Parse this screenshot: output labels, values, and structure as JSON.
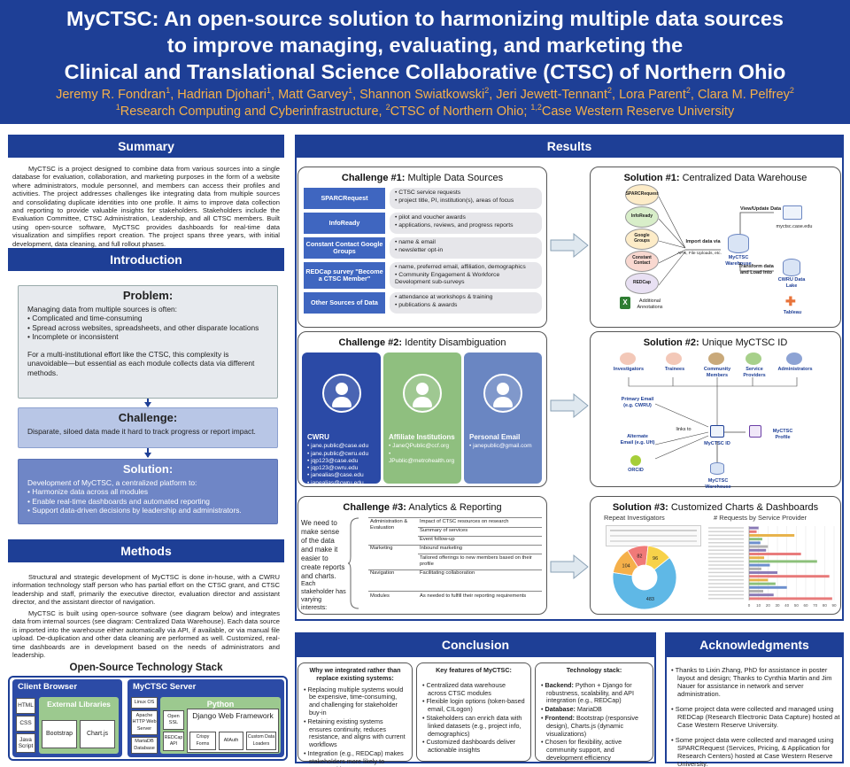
{
  "header": {
    "title_line1": "MyCTSC: An open-source solution to harmonizing multiple data sources",
    "title_line2": "to improve managing, evaluating, and marketing the",
    "title_line3": "Clinical and Translational Science Collaborative (CTSC) of Northern Ohio",
    "authors": [
      {
        "name": "Jeremy R. Fondran",
        "aff": "1"
      },
      {
        "name": "Hadrian Djohari",
        "aff": "1"
      },
      {
        "name": "Matt Garvey",
        "aff": "1"
      },
      {
        "name": "Shannon Swiatkowski",
        "aff": "2"
      },
      {
        "name": "Jeri Jewett-Tennant",
        "aff": "2"
      },
      {
        "name": "Lora Parent",
        "aff": "2"
      },
      {
        "name": "Clara M. Pelfrey",
        "aff": "2"
      }
    ],
    "aff1_sup": "1",
    "aff1": "Research Computing and Cyberinfrastructure, ",
    "aff2_sup": "2",
    "aff2": "CTSC of Northern Ohio; ",
    "aff3_sup": "1,2",
    "aff3": "Case Western Reserve University"
  },
  "summary": {
    "heading": "Summary",
    "text": "MyCTSC is a project designed to combine data from various sources into a single database for evaluation, collaboration, and marketing purposes in the form of a website where administrators, module personnel, and members can access their profiles and activities. The project addresses challenges like integrating data from multiple sources and consolidating duplicate identities into one profile. It aims to improve data collection and reporting to provide valuable insights for stakeholders. Stakeholders include the Evaluation Committee, CTSC Administration, Leadership, and all CTSC members. Built using open-source software, MyCTSC provides dashboards for real-time data visualization and simplifies report creation. The project spans three years, with initial development, data cleaning, and full rollout phases."
  },
  "introduction": {
    "heading": "Introduction",
    "problem_title": "Problem:",
    "problem_lead": "Managing data from multiple sources is often:",
    "problem_items": [
      "Complicated and time-consuming",
      "Spread across websites, spreadsheets, and other disparate locations",
      "Incomplete or inconsistent"
    ],
    "problem_tail": "For a multi-institutional effort like the CTSC, this complexity is unavoidable—but essential as each module collects data via different methods.",
    "challenge_title": "Challenge:",
    "challenge_text": "Disparate, siloed data made it hard to track progress or report impact.",
    "solution_title": "Solution:",
    "solution_lead": "Development of MyCTSC, a centralized platform to:",
    "solution_items": [
      "Harmonize data across all modules",
      "Enable real-time dashboards and automated reporting",
      "Support data-driven decisions by leadership and administrators."
    ]
  },
  "methods": {
    "heading": "Methods",
    "para1": "Structural and strategic development of MyCTSC is done in-house, with a CWRU information technology staff person who has partial effort on the CTSC grant, and CTSC leadership and staff, primarily the executive director, evaluation director and assistant director, and the assistant director of navigation.",
    "para2": "MyCTSC is built using open-source software (see diagram below) and integrates data from internal sources (see diagram: Centralized Data Warehouse). Each data source is imported into the warehouse either automatically via API, if available, or via manual file upload. De-duplication and other data cleaning are performed as well. Customized, real-time dashboards are in development based on the needs of administrators and leadership."
  },
  "stack": {
    "title": "Open-Source Technology Stack",
    "client_label": "Client Browser",
    "client_items": [
      "HTML",
      "CSS",
      "Java Script"
    ],
    "ext_label": "External Libraries",
    "ext_items": [
      "Bootstrap",
      "Chart.js"
    ],
    "server_label": "MyCTSC Server",
    "server_items": [
      "Linux OS",
      "Apache HTTP Web Server",
      "MariaDB Database"
    ],
    "python_label": "Python",
    "openssl": "Open SSL",
    "django_label": "Django Web Framework",
    "django_items": [
      "REDCap API",
      "Crispy Forms",
      "AllAuth",
      "Custom Data Loaders"
    ]
  },
  "results": {
    "heading": "Results",
    "c1_title_bold": "Challenge #1:",
    "c1_title": " Multiple Data Sources",
    "c1_sources": [
      {
        "label": "SPARCRequest",
        "items": [
          "CTSC service requests",
          "project title, PI, institution(s), areas of focus"
        ]
      },
      {
        "label": "InfoReady",
        "items": [
          "pilot and voucher awards",
          "applications, reviews, and progress reports"
        ]
      },
      {
        "label": "Constant Contact Google Groups",
        "items": [
          "name & email",
          "newsletter opt-in"
        ]
      },
      {
        "label": "REDCap survey \"Become a CTSC Member\"",
        "items": [
          "name, preferred email, affiliation, demographics",
          "Community Engagement & Workforce Development sub-surveys"
        ]
      },
      {
        "label": "Other Sources of Data",
        "items": [
          "attendance at workshops & training",
          "publications & awards"
        ]
      }
    ],
    "s1_title_bold": "Solution #1:",
    "s1_title": " Centralized Data Warehouse",
    "s1_nodes": [
      "SPARCRequest",
      "InfoReady",
      "Google Groups",
      "Constant Contact",
      "REDCap"
    ],
    "s1_additional": "Additional Annotations",
    "s1_import": "Import data via",
    "s1_import_sub": "APIs, File Uploads, etc.",
    "s1_view": "View/Update Data",
    "s1_site": "myctsc.case.edu",
    "s1_warehouse": "MyCTSC Warehouse",
    "s1_transform": "Transform data and Load into",
    "s1_lake": "CWRU Data Lake",
    "s1_tableau": "Tableau",
    "c2_title_bold": "Challenge #2:",
    "c2_title": " Identity Disambiguation",
    "c2_personas": [
      {
        "name": "CWRU",
        "items": [
          "jane.public@case.edu",
          "jane.public@cwru.edu",
          "jqp123@case.edu",
          "jqp123@cwru.edu",
          "janealias@case.edu",
          "janealias@cwru.edu"
        ]
      },
      {
        "name": "Affiliate Institutions",
        "items": [
          "JaneQPublic@ccf.org",
          "JPublic@metrohealth.org"
        ]
      },
      {
        "name": "Personal Email",
        "items": [
          "janepublic@gmail.com"
        ]
      }
    ],
    "s2_title_bold": "Solution #2:",
    "s2_title": " Unique MyCTSC ID",
    "s2_roles": [
      "Investigators",
      "Trainees",
      "Community Members",
      "Service Providers",
      "Administrators"
    ],
    "s2_primary": "Primary Email (e.g. CWRU)",
    "s2_alternate": "Alternate Email (e.g. UH)",
    "s2_orcid": "ORCID",
    "s2_links": "links to",
    "s2_id": "MyCTSC ID",
    "s2_profile": "MyCTSC Profile",
    "s2_warehouse": "MyCTSC Warehouse",
    "c3_title_bold": "Challenge #3:",
    "c3_title": " Analytics & Reporting",
    "c3_intro": "We need to make sense of the data and make it easier to create reports and charts.",
    "c3_intro2": "Each stakeholder has varying interests:",
    "c3_rows": [
      {
        "area": "Administration & Evaluation",
        "items": [
          "Impact of CTSC resources on research",
          "Summary of services",
          "Event follow-up"
        ]
      },
      {
        "area": "Marketing",
        "items": [
          "Inbound marketing",
          "Tailored offerings to new members based on their profile"
        ]
      },
      {
        "area": "Navigation",
        "items": [
          "Facilitating collaboration"
        ]
      },
      {
        "area": "Modules",
        "items": [
          "As needed to fulfill their reporting requirements"
        ]
      }
    ],
    "s3_title_bold": "Solution #3:",
    "s3_title": " Customized Charts & Dashboards",
    "s3_left_title": "Repeat Investigators",
    "s3_right_title": "# Requests by Service Provider"
  },
  "chart_data": [
    {
      "type": "pie",
      "title": "Repeat Investigators",
      "values": [
        483,
        104,
        82,
        96
      ]
    },
    {
      "type": "bar",
      "title": "# Requests by Service Provider",
      "x_ticks": [
        0,
        10,
        20,
        30,
        40,
        50,
        60,
        70,
        80,
        90
      ],
      "values": [
        10,
        8,
        48,
        14,
        12,
        20,
        18,
        55,
        16,
        72,
        22,
        13,
        30,
        85,
        20,
        28,
        40,
        15,
        26,
        88
      ],
      "xlim": [
        0,
        90
      ]
    }
  ],
  "conclusion": {
    "heading": "Conclusion",
    "col1_title": "Why we integrated rather than replace existing systems:",
    "col1_items": [
      "Replacing multiple systems would be expensive, time-consuming, and challenging for stakeholder buy-in",
      "Retaining existing systems ensures continuity, reduces resistance, and aligns with current workflows",
      "Integration (e.g., REDCap) makes stakeholders more likely to engage with MyCTSC"
    ],
    "col2_title": "Key features of MyCTSC:",
    "col2_items": [
      "Centralized data warehouse across CTSC modules",
      "Flexible login options (token-based email, CILogon)",
      "Stakeholders can enrich data with linked datasets (e.g., project info, demographics)",
      "Customized dashboards deliver actionable insights"
    ],
    "col3_title": "Technology stack:",
    "col3_items": [
      {
        "bold": "Backend:",
        "text": " Python + Django for robustness, scalability, and API integration (e.g., REDCap)"
      },
      {
        "bold": "Database:",
        "text": " MariaDB"
      },
      {
        "bold": "Frontend:",
        "text": " Bootstrap (responsive design), Charts.js (dynamic visualizations)"
      },
      {
        "bold": "",
        "text": "Chosen for flexibility, active community support, and development efficiency"
      }
    ]
  },
  "acknowledgments": {
    "heading": "Acknowledgments",
    "items": [
      "Thanks to Lixin Zhang, PhD for assistance in poster layout and design; Thanks to Cynthia Martin and Jim Nauer for assistance in network and server administration.",
      "Some project data were collected and managed using REDCap (Research Electronic Data Capture) hosted at Case Western Reserve University.",
      "Some project data were collected and managed using SPARCRequest (Services, Pricing, & Application for Research Centers) hosted at Case Western Reserve University."
    ]
  },
  "colors": {
    "header_bg": "#1e3f96",
    "accent_orange": "#f5b04a",
    "pie": [
      "#5fb8e6",
      "#f5b04a",
      "#f07a78",
      "#f7d24a"
    ]
  }
}
